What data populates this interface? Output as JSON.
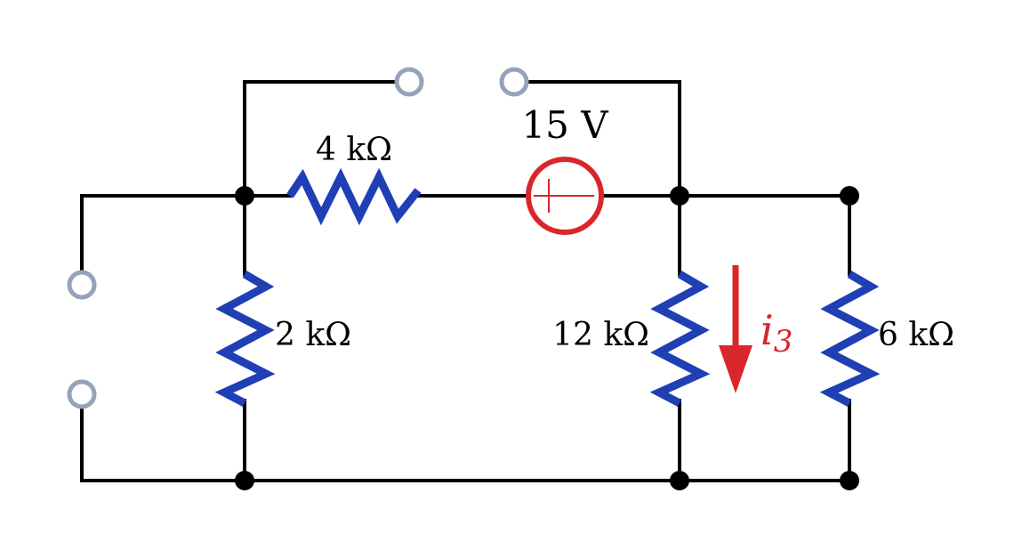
{
  "colors": {
    "wire": "#000000",
    "resistor": "#1f3fb5",
    "source": "#d9262b",
    "current_arrow": "#d9262b",
    "terminal": "#94a3b8"
  },
  "resistors": [
    {
      "id": "r-top",
      "label": "4 kΩ"
    },
    {
      "id": "r-left",
      "label": "2 kΩ"
    },
    {
      "id": "r-mid",
      "label": "12 kΩ"
    },
    {
      "id": "r-right",
      "label": "6 kΩ"
    }
  ],
  "source": {
    "label": "15 V",
    "plus": "+",
    "minus": "−"
  },
  "current": {
    "symbol": "i",
    "subscript": "3"
  }
}
